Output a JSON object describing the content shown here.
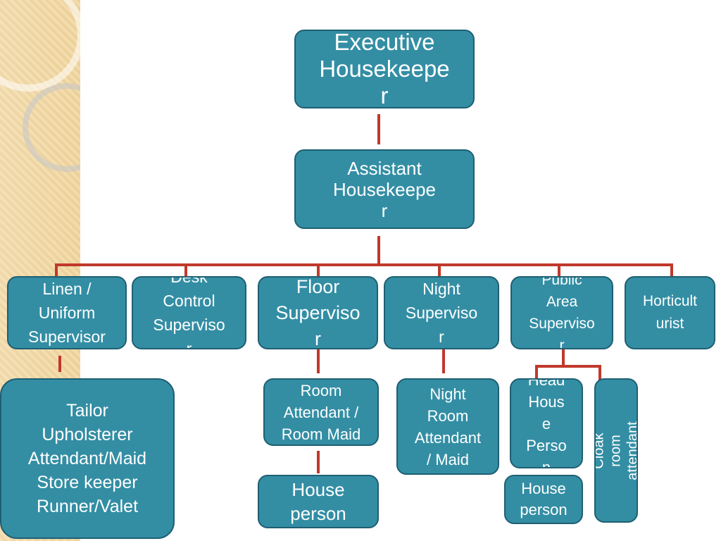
{
  "nodes": {
    "executive": "Executive\nHousekeepe\nr",
    "assistant": "Assistant\nHousekeepe\nr",
    "linen": "Linen /\nUniform\nSupervisor",
    "desk": "Desk\nControl\nSuperviso\nr",
    "floor": "Floor\nSuperviso\nr",
    "night": "Night\nSuperviso\nr",
    "public": "Public\nArea\nSuperviso\nr",
    "horticulturist": "Horticult\nurist",
    "tailor": "Tailor\nUpholsterer\nAttendant/Maid\nStore keeper\nRunner/Valet",
    "room_attendant": "Room\nAttendant /\nRoom Maid",
    "house_person_floor": "House\nperson",
    "night_room": "Night\nRoom\nAttendant\n/ Maid",
    "head_house_person": "Head\nHous\ne\nPerso\nn",
    "house_person_public": "House\nperson",
    "cloak_room": "Cloak room\nattendant"
  },
  "colors": {
    "box_fill": "#338ea4",
    "box_border": "#1f5f72",
    "connector": "#c0392b",
    "text": "#ffffff"
  }
}
